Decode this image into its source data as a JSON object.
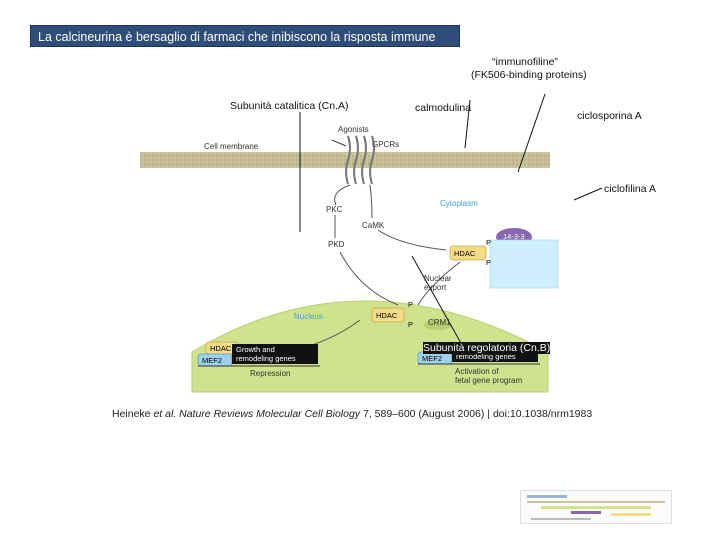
{
  "slide": {
    "title": "La calcineurina è bersaglio di farmaci che inibiscono la risposta immune",
    "annotations": {
      "immunofiline_1": "“immunofiline”",
      "immunofiline_2": "(FK506-binding proteins)",
      "cna": "Subunità catalitica (Cn.A)",
      "calmodulina": "calmodulina",
      "ciclosporina": "ciclosporina A",
      "ciclofilina": "ciclofilina A",
      "cnb": "Subunità regolatoria (Cn.B)"
    },
    "citation": {
      "authors": "Heineke ",
      "etal": "et al.",
      "journal": " Nature Reviews Molecular Cell Biology",
      "rest": " 7, 589–600 (August 2006) | doi:10.1038/nrm1983"
    }
  },
  "figure": {
    "agonist": "Agonists",
    "cell_membrane": "Cell membrane",
    "gpcrs": "GPCRs",
    "pkc": "PKC",
    "camk": "CaMK",
    "pkd": "PKD",
    "cytoplasm": "Cytoplasm",
    "p14_3_3": "14-3-3",
    "hdac": "HDAC",
    "p": "P",
    "nuclear_export_1": "Nuclear",
    "nuclear_export_2": "export",
    "nucleus": "Nucleus",
    "crm1": "CRM1",
    "mef2": "MEF2",
    "growth_genes_1": "Growth and",
    "growth_genes_2": "remodeling genes",
    "repression": "Repression",
    "activation_1": "Activation of",
    "activation_2": "fetal gene program"
  },
  "colors": {
    "title_bg": "#2f4d7a",
    "membrane": "#b9b18a",
    "nucleus": "#cfe38e",
    "hdac": "#f3dc83",
    "mef2": "#9ed0ee",
    "p14_3_3": "#8a66b0",
    "highlight": "#cfeefb"
  }
}
